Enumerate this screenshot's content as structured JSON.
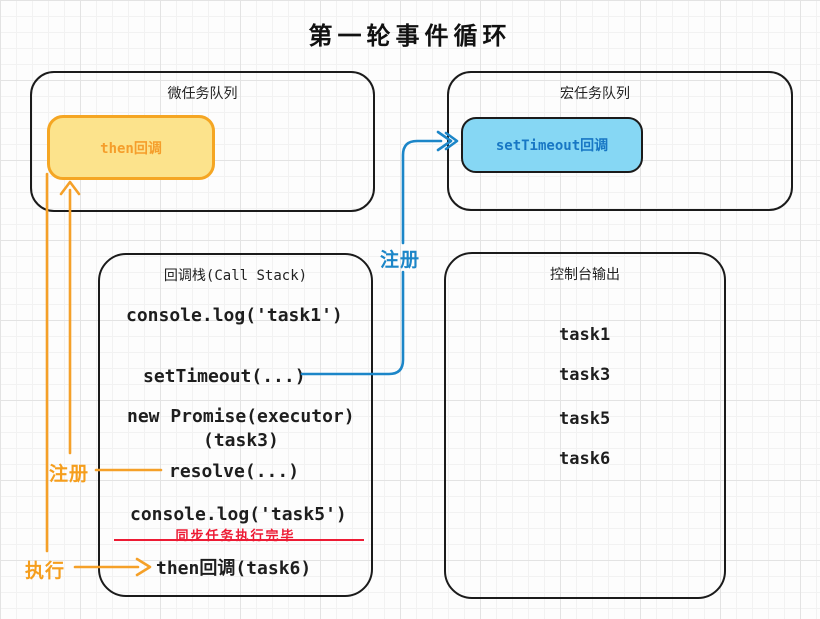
{
  "title": "第一轮事件循环",
  "colors": {
    "accent_orange": "#f5a623",
    "chip_yellow_fill": "#fce38c",
    "chip_yellow_text": "#f59e2b",
    "accent_blue": "#1c86c8",
    "chip_blue_fill": "#86d7f4",
    "chip_blue_text": "#1877c4",
    "divider_red": "#ed1b34",
    "box_border": "#1b1b1b"
  },
  "microtask_queue": {
    "label": "微任务队列",
    "item": "then回调"
  },
  "macrotask_queue": {
    "label": "宏任务队列",
    "item": "setTimeout回调"
  },
  "call_stack": {
    "label": "回调栈(Call Stack)",
    "lines": [
      "console.log('task1')",
      "setTimeout(...)",
      "new Promise(executor)",
      "(task3)",
      "resolve(...)",
      "console.log('task5')",
      "then回调(task6)"
    ],
    "divider_label": "同步任务执行完毕"
  },
  "console_output": {
    "label": "控制台输出",
    "lines": [
      "task1",
      "task3",
      "task5",
      "task6"
    ]
  },
  "annotations": {
    "register_blue": "注册",
    "register_orange": "注册",
    "execute": "执行"
  }
}
